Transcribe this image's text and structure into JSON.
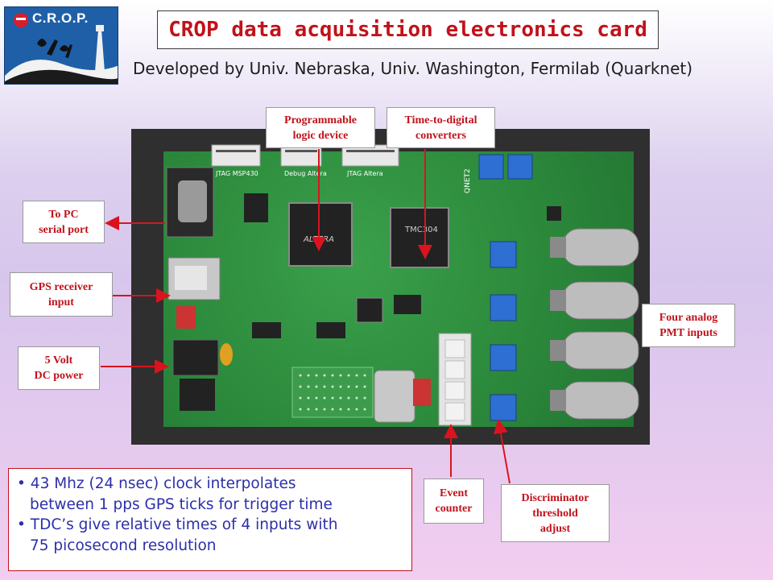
{
  "logo": {
    "text": "C.R.O.P."
  },
  "title": "CROP data acquisition electronics card",
  "subtitle": "Developed by Univ. Nebraska, Univ. Washington, Fermilab (Quarknet)",
  "callouts": {
    "programmable_logic": [
      "Programmable",
      "logic device"
    ],
    "tdc": [
      "Time-to-digital",
      "converters"
    ],
    "serial": [
      "To PC",
      "serial port"
    ],
    "gps": [
      "GPS receiver",
      "input"
    ],
    "power": [
      "5 Volt",
      "DC power"
    ],
    "pmt": [
      "Four analog",
      "PMT inputs"
    ],
    "event": [
      "Event",
      "counter"
    ],
    "discriminator": [
      "Discriminator",
      "threshold",
      "adjust"
    ]
  },
  "bullets": [
    [
      "43 Mhz (24 nsec) clock interpolates",
      "between 1 pps GPS ticks for trigger time"
    ],
    [
      "TDC’s give relative times of 4 inputs with",
      "75 picosecond resolution"
    ]
  ],
  "board_labels": {
    "jtag_msp": "JTAG MSP430",
    "debug": "Debug Altera",
    "jtag_altera": "JTAG Altera",
    "fpga_mark": "ALTERA",
    "tdc_chip": "TMC304",
    "board_name": "QNET2"
  },
  "colors": {
    "title_red": "#c1121b",
    "bullet_blue": "#2c2fa8",
    "pcb_green": "#2f8e3f"
  }
}
